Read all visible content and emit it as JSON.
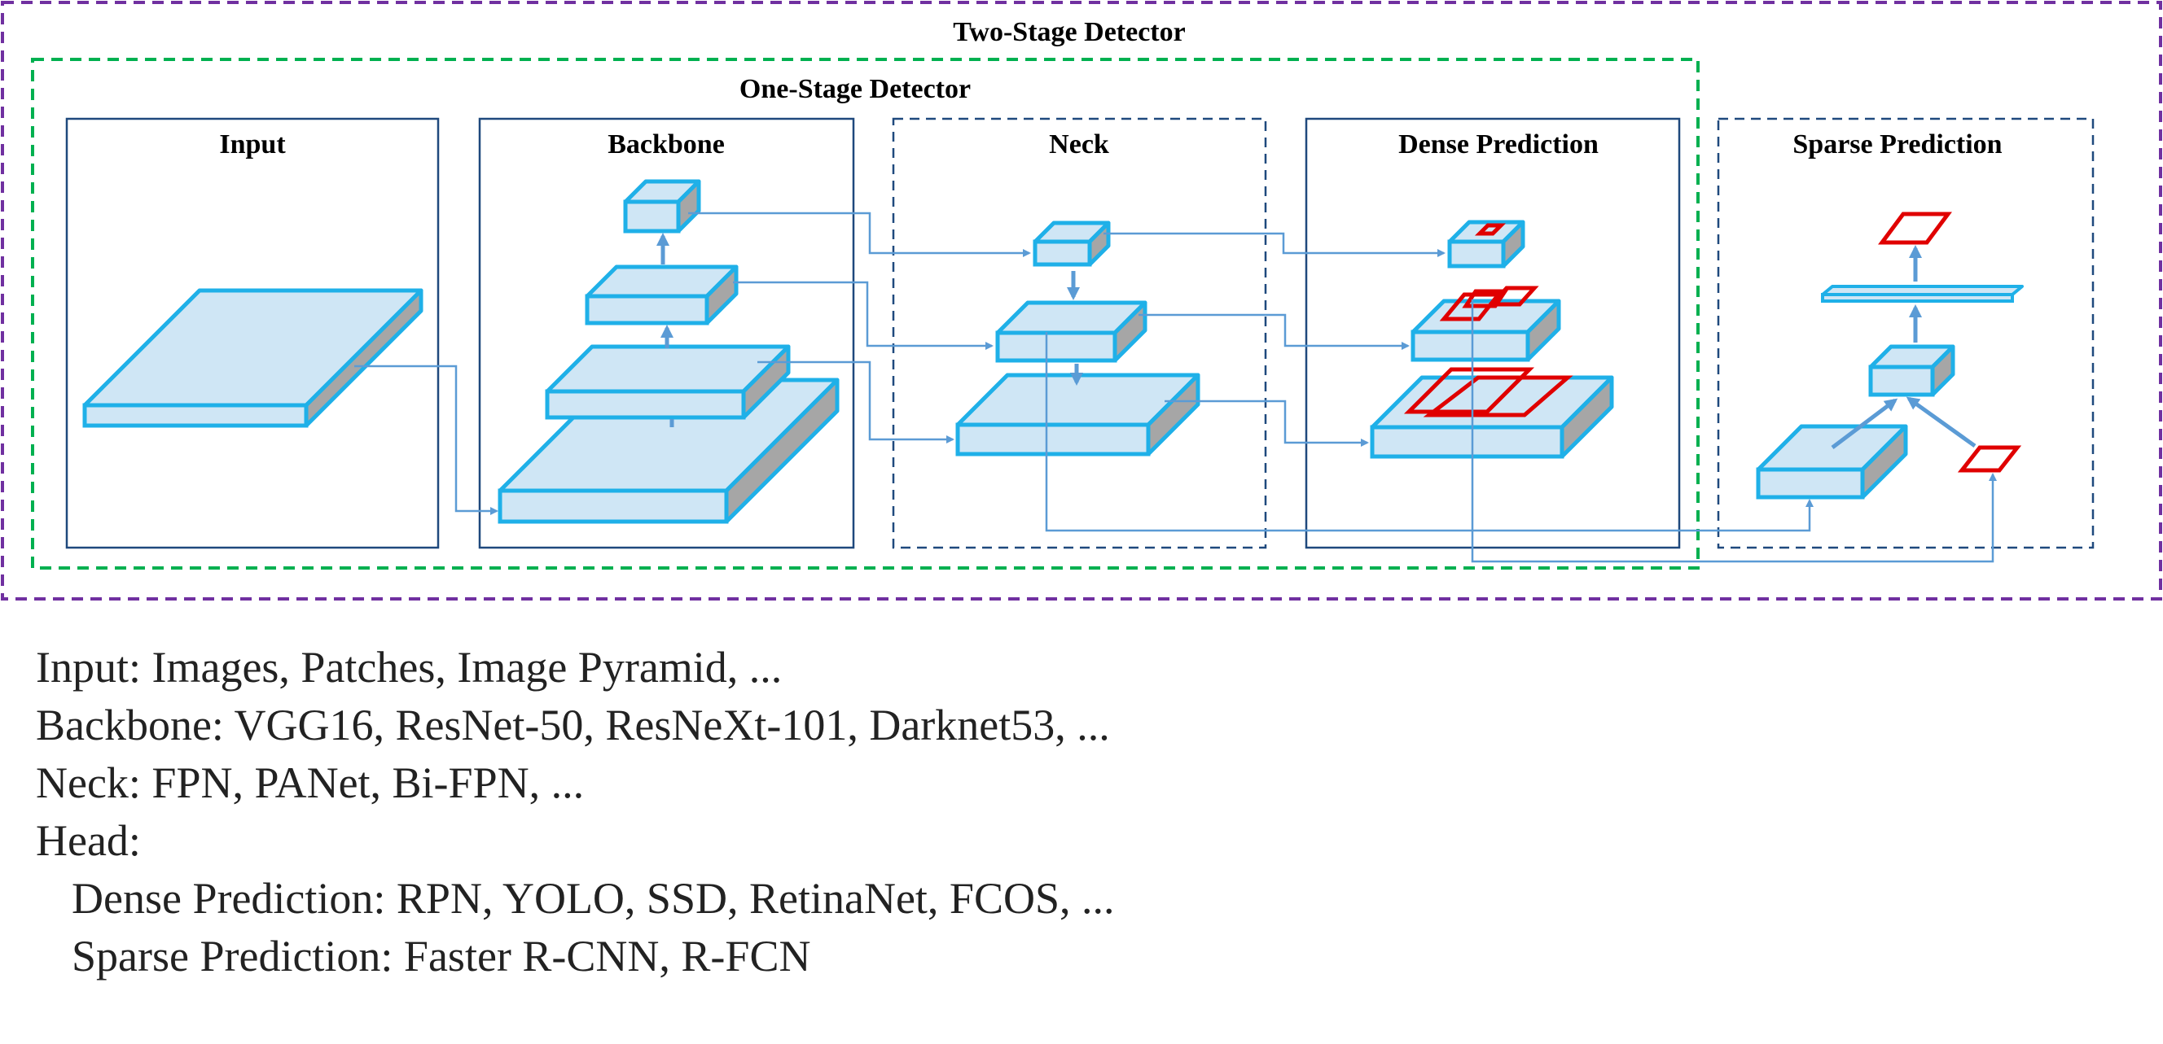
{
  "diagram": {
    "two_stage_title": "Two-Stage Detector",
    "one_stage_title": "One-Stage Detector",
    "stages": {
      "input": "Input",
      "backbone": "Backbone",
      "neck": "Neck",
      "dense": "Dense Prediction",
      "sparse": "Sparse Prediction"
    },
    "colors": {
      "two_stage_border": "#7030a0",
      "one_stage_border": "#00b050",
      "box_border": "#1f497d",
      "block_fill": "#cfe6f5",
      "block_edge": "#1fb0e8",
      "block_side": "#a6a6a6",
      "arrow": "#5b9bd5",
      "prediction_box": "#e00000"
    }
  },
  "legend": {
    "input": "Input: Images, Patches, Image Pyramid, ...",
    "backbone": "Backbone: VGG16, ResNet-50, ResNeXt-101, Darknet53, ...",
    "neck": "Neck: FPN, PANet, Bi-FPN, ...",
    "head": "Head:",
    "dense": "Dense Prediction: RPN, YOLO, SSD, RetinaNet, FCOS, ...",
    "sparse": "Sparse Prediction: Faster R-CNN, R-FCN"
  }
}
